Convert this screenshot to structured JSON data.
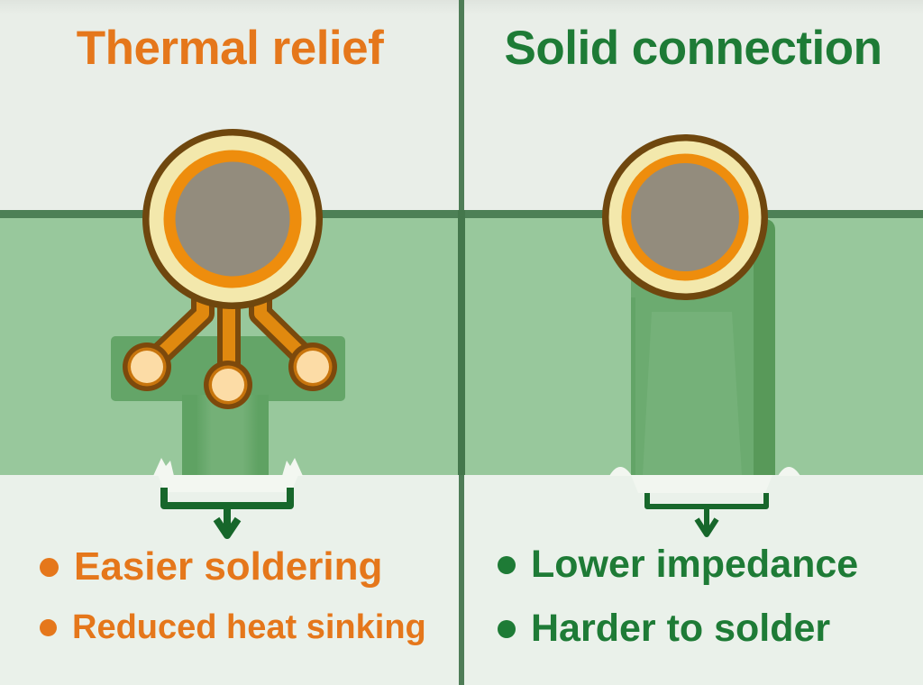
{
  "panels": {
    "left": {
      "title": "Thermal relief",
      "bullets": [
        "Easier soldering",
        "Reduced heat sinking"
      ]
    },
    "right": {
      "title": "Solid connection",
      "bullets": [
        "Lower impedance",
        "Harder to solder"
      ]
    }
  },
  "colors": {
    "left_accent": "#e5771b",
    "right_accent": "#1e7b36",
    "board_top": "#e9eee8",
    "board_bottom": "#eaf1ea",
    "pour_green": "#98c89c",
    "pour_edge": "#4d8056",
    "pour_shape": "#64a568",
    "solid_trace": "#6cab70",
    "trace_orange": "#e0890f",
    "trace_outline": "#7a4a0d",
    "pad_brown": "#6f470e",
    "pad_cream": "#f3e8ac",
    "pad_orange": "#ee8d0d",
    "hole_gray": "#938c7d",
    "bracket_green": "#17672b",
    "divider_green": "#4f7d57"
  }
}
